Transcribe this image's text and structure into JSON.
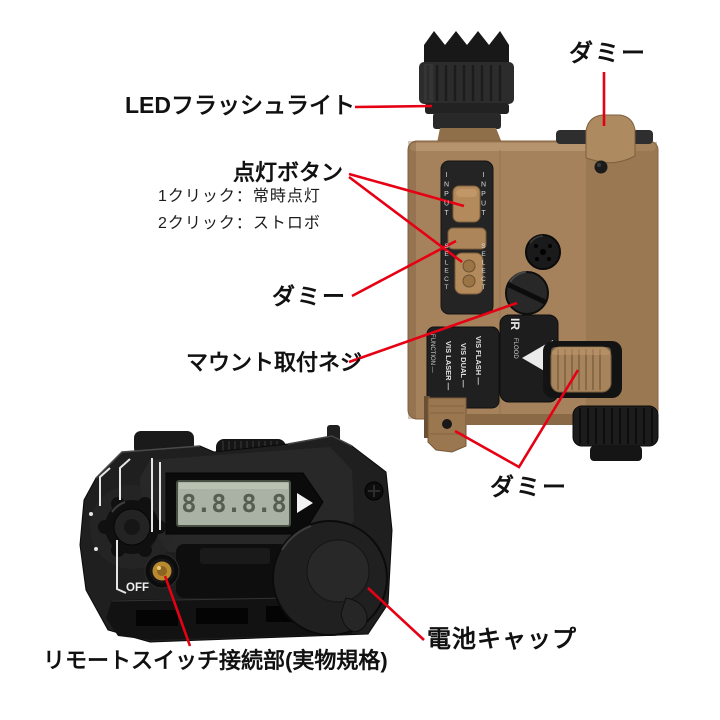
{
  "figure": {
    "background": "#ffffff",
    "leader_color": "#e60014",
    "label_color": "#111111"
  },
  "annotations": {
    "led_flashlight": {
      "label": "LEDフラッシュライト"
    },
    "dummy_top": {
      "label": "ダミー"
    },
    "light_button": {
      "label": "点灯ボタン",
      "note_1": "1クリック：常時点灯",
      "note_2": "2クリック：ストロボ"
    },
    "dummy_middle": {
      "label": "ダミー"
    },
    "mount_screw": {
      "label": "マウント取付ネジ"
    },
    "dummy_bottom": {
      "label": "ダミー"
    },
    "battery_cap": {
      "label": "電池キャップ"
    },
    "remote_switch": {
      "label": "リモートスイッチ接続部(実物規格)"
    }
  },
  "device_top": {
    "body_color": "#a5825c",
    "markings": {
      "input": "INPUT",
      "select": "SELECT",
      "function": "FUNCTION —",
      "vis_laser": "VIS LASER —",
      "vis_dual": "VIS DUAL —",
      "vis_flash": "VIS FLASH —",
      "ir": "IR",
      "flood": "FLOOD"
    }
  },
  "device_bottom": {
    "display_value": "8.8.8.8",
    "off_label": "OFF",
    "lcd_color": "#a9b2a4",
    "connector_gold": "#b9892e"
  }
}
